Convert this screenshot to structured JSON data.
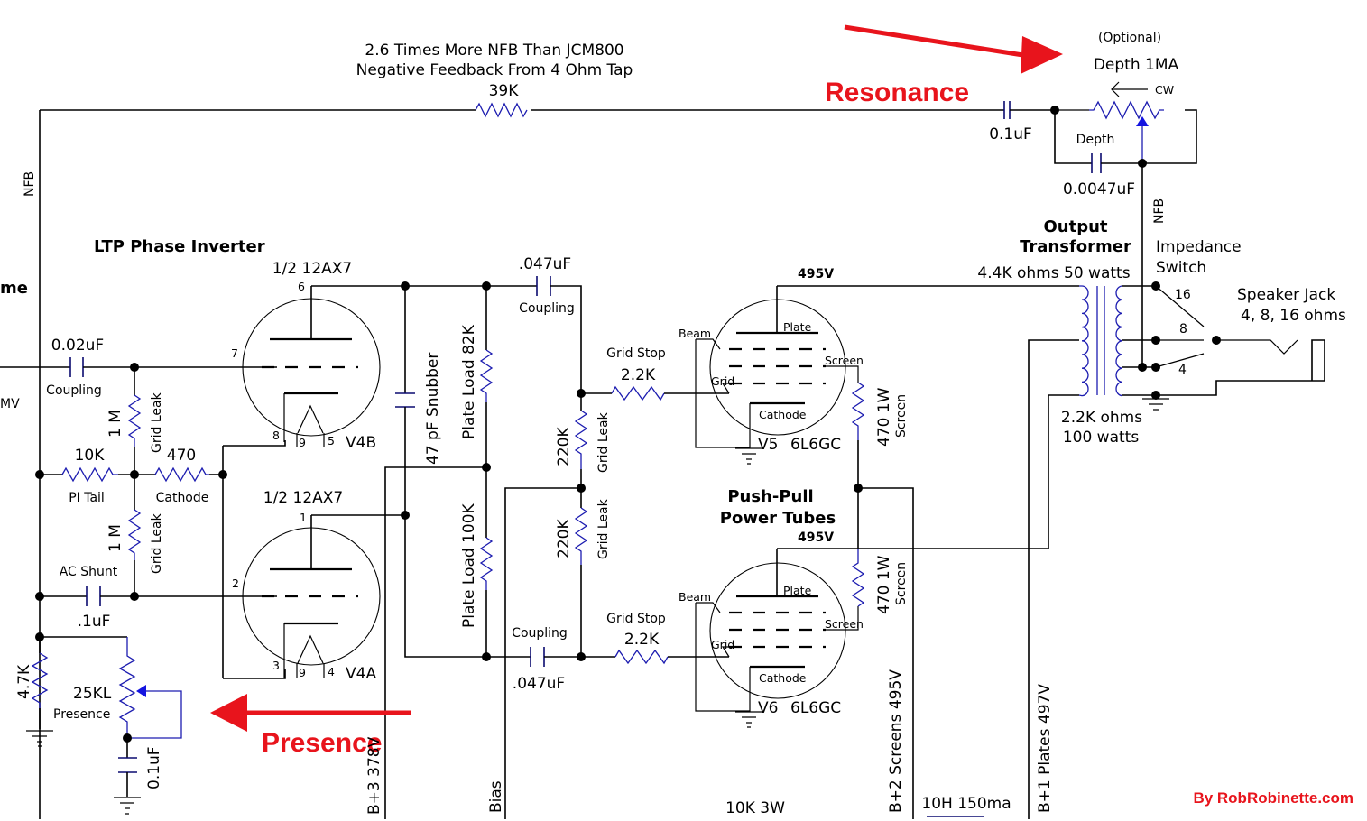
{
  "diagram": {
    "title": "Marshall-style LTP Phase Inverter and 6L6GC Push-Pull Power Amp Schematic",
    "credit": "By RobRobinette.com",
    "colors": {
      "wire": "#000000",
      "component": "#1c1cb0",
      "annotation": "#e8141c"
    }
  },
  "nfb": {
    "note_line1": "2.6 Times More NFB Than JCM800",
    "note_line2": "Negative Feedback From 4 Ohm Tap",
    "resistor": "39K",
    "wire_label_left": "NFB",
    "wire_label_right": "NFB"
  },
  "resonance": {
    "annotation": "Resonance",
    "optional": "(Optional)",
    "pot": "Depth 1MA",
    "direction": "CW",
    "cap": "0.1uF",
    "depth_label": "Depth",
    "depth_cap": "0.0047uF"
  },
  "phase_inverter": {
    "title": "LTP Phase Inverter",
    "partial_label": "me",
    "mv_label": "MV",
    "input_cap": "0.02uF",
    "input_cap_label": "Coupling",
    "grid_leak_top_value": "1 M",
    "grid_leak_top_label": "Grid Leak",
    "grid_leak_bottom_value": "1 M",
    "grid_leak_bottom_label": "Grid Leak",
    "tail_value": "10K",
    "tail_label": "PI Tail",
    "cathode_value": "470",
    "cathode_label": "Cathode",
    "ac_shunt_label": "AC Shunt",
    "ac_shunt_cap": ".1uF",
    "v4b": {
      "type": "1/2 12AX7",
      "name": "V4B",
      "pins": {
        "plate": "6",
        "grid": "7",
        "cathode": "8",
        "heater1": "9",
        "heater2": "5"
      }
    },
    "v4a": {
      "type": "1/2 12AX7",
      "name": "V4A",
      "pins": {
        "plate": "1",
        "grid": "2",
        "cathode": "3",
        "heater1": "9",
        "heater2": "4"
      }
    },
    "snubber": "47 pF Snubber",
    "plate_load_top": "Plate Load 82K",
    "plate_load_bottom": "Plate Load 100K"
  },
  "presence": {
    "annotation": "Presence",
    "resistor": "4.7K",
    "pot_value": "25KL",
    "pot_label": "Presence",
    "cap": "0.1uF"
  },
  "coupling": {
    "top_cap": ".047uF",
    "top_label": "Coupling",
    "bottom_cap": ".047uF",
    "bottom_label": "Coupling",
    "grid_leak_top_value": "220K",
    "grid_leak_top_label": "Grid Leak",
    "grid_leak_bottom_value": "220K",
    "grid_leak_bottom_label": "Grid Leak",
    "grid_stop_top_label": "Grid Stop",
    "grid_stop_top_value": "2.2K",
    "grid_stop_bottom_label": "Grid Stop",
    "grid_stop_bottom_value": "2.2K"
  },
  "power_tubes": {
    "title_line1": "Push-Pull",
    "title_line2": "Power Tubes",
    "v5": {
      "name": "V5",
      "type": "6L6GC",
      "plate_voltage": "495V",
      "screen_resistor": "470 1W",
      "screen_label": "Screen"
    },
    "v6": {
      "name": "V6",
      "type": "6L6GC",
      "plate_voltage": "495V",
      "screen_resistor": "470 1W",
      "screen_label": "Screen"
    },
    "electrode_labels": {
      "beam": "Beam",
      "plate": "Plate",
      "screen": "Screen",
      "grid": "Grid",
      "cathode": "Cathode"
    }
  },
  "output_transformer": {
    "title_line1": "Output",
    "title_line2": "Transformer",
    "primary": "4.4K ohms 50 watts",
    "secondary_line1": "2.2K ohms",
    "secondary_line2": "100 watts",
    "impedance_switch_line1": "Impedance",
    "impedance_switch_line2": "Switch",
    "taps": [
      "16",
      "8",
      "4"
    ],
    "speaker_jack_line1": "Speaker Jack",
    "speaker_jack_line2": "4, 8, 16 ohms"
  },
  "supply_rails": {
    "b3": "B+3 378V",
    "bias": "Bias",
    "b2": "B+2  Screens  495V",
    "b1": "B+1  Plates  497V",
    "resistor": "10K 3W",
    "choke": "10H 150ma"
  }
}
